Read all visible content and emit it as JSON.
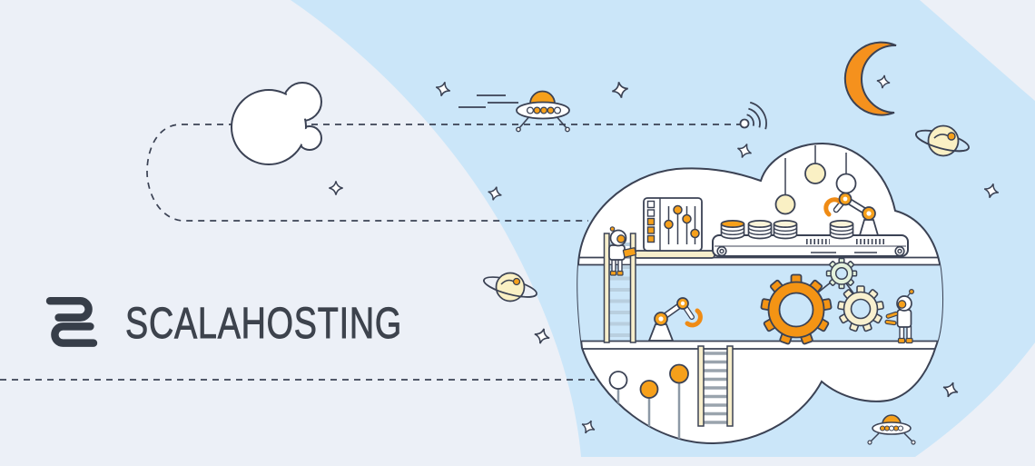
{
  "brand": {
    "name": "SCALAHOSTING",
    "logo_mark": "stylized S monogram"
  },
  "colors": {
    "background_light": "#ecf0f7",
    "sky_blue": "#cbe6f9",
    "outline_dark": "#3b4254",
    "logo_text": "#3d434d",
    "accent_orange": "#f49a1c",
    "moon_orange": "#f5911d",
    "cream_yellow": "#f8f0cd",
    "gear_green": "#e3f1dc",
    "stick_gray": "#8d99a6",
    "rung_blue": "#b9cfdf"
  },
  "scene": {
    "description": "Space-factory illustration: a cloud containing a two-level automated plant with robot arms, gears, coin stacks on a conveyor and astronaut workers, surrounded by moon, planets, UFOs, sparkles and dashed flight paths.",
    "elements": [
      "crescent-moon",
      "planet-saturn-right",
      "planet-saturn-left",
      "flying-ufo",
      "small-ufo",
      "small-cloud",
      "dashed-flight-path",
      "signal-receiver",
      "factory-cloud",
      "control-panel",
      "conveyor-belt",
      "coin-stacks",
      "robot-arm-upper",
      "robot-arm-middle",
      "gear-orange",
      "gear-green",
      "gear-cream",
      "astronaut-on-ladder",
      "astronaut-with-tools",
      "ladder-upper",
      "ladder-lower",
      "ball-pins",
      "hanging-lights",
      "sparkles"
    ]
  }
}
